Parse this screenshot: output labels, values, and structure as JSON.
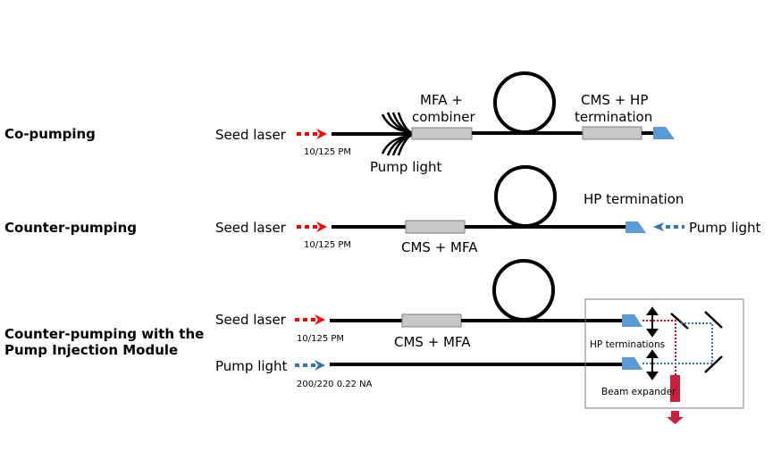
{
  "colors": {
    "fiber": "#000000",
    "component_fill": "#c8c8c8",
    "component_stroke": "#808080",
    "termination": "#5b9bd5",
    "seed_arrow": "#ff0000",
    "pump_arrow": "#2e75b6",
    "beam_expander": "#c9203e",
    "box_border": "#7f7f7f"
  },
  "rows": [
    {
      "id": "co-pumping",
      "title": "Co-pumping",
      "seed_label": "Seed laser",
      "fiber_spec": "10/125 PM",
      "component_label_lines": [
        "MFA +",
        "combiner"
      ],
      "pump_label": "Pump light",
      "termination_label_lines": [
        "CMS + HP",
        "termination"
      ]
    },
    {
      "id": "counter-pumping",
      "title": "Counter-pumping",
      "seed_label": "Seed laser",
      "fiber_spec": "10/125 PM",
      "component_label": "CMS + MFA",
      "termination_label": "HP termination",
      "pump_label": "Pump light"
    },
    {
      "id": "counter-pumping-pim",
      "title_lines": [
        "Counter-pumping with the",
        "Pump Injection Module"
      ],
      "seed_label": "Seed laser",
      "seed_fiber_spec": "10/125 PM",
      "pump_label": "Pump light",
      "pump_fiber_spec": "200/220 0.22 NA",
      "component_label": "CMS + MFA",
      "terminations_label": "HP terminations",
      "beam_expander_label": "Beam expander"
    }
  ]
}
